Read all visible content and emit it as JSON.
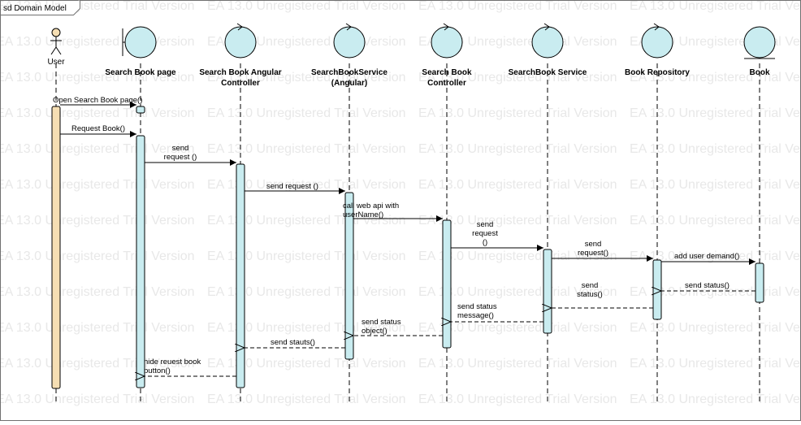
{
  "frame": {
    "title": "sd Domain Model"
  },
  "watermark": {
    "text": "EA 13.0 Unregistered Trial Version"
  },
  "participants": [
    {
      "id": "user",
      "kind": "actor",
      "name": [
        "User"
      ]
    },
    {
      "id": "search-book-page",
      "kind": "boundary",
      "name": [
        "Search Book page"
      ]
    },
    {
      "id": "search-book-angular-controller",
      "kind": "control",
      "name": [
        "Search Book Angular",
        "Controller"
      ]
    },
    {
      "id": "searchbookservice-angular",
      "kind": "control",
      "name": [
        "SearchBookService",
        "(Angular)"
      ]
    },
    {
      "id": "search-book-controller",
      "kind": "control",
      "name": [
        "Search Book",
        "Controller"
      ]
    },
    {
      "id": "searchbook-service",
      "kind": "control",
      "name": [
        "SearchBook Service"
      ]
    },
    {
      "id": "book-repository",
      "kind": "control",
      "name": [
        "Book Repository"
      ]
    },
    {
      "id": "book",
      "kind": "entity",
      "name": [
        "Book"
      ]
    }
  ],
  "messages": [
    {
      "id": "open-search-book-page",
      "from": "user",
      "to": "search-book-page",
      "kind": "sync",
      "label": [
        "Open Search Book page()"
      ]
    },
    {
      "id": "request-book",
      "from": "user",
      "to": "search-book-page",
      "kind": "sync",
      "label": [
        "Request Book()"
      ]
    },
    {
      "id": "send-request-1",
      "from": "search-book-page",
      "to": "search-book-angular-controller",
      "kind": "sync",
      "label": [
        "send",
        "request ()"
      ]
    },
    {
      "id": "send-request-2",
      "from": "search-book-angular-controller",
      "to": "searchbookservice-angular",
      "kind": "sync",
      "label": [
        "send request ()"
      ]
    },
    {
      "id": "call-web-api",
      "from": "searchbookservice-angular",
      "to": "search-book-controller",
      "kind": "sync",
      "label": [
        "call web api with",
        "userName()"
      ]
    },
    {
      "id": "send-request-3",
      "from": "search-book-controller",
      "to": "searchbook-service",
      "kind": "sync",
      "label": [
        "send",
        "request",
        "()"
      ]
    },
    {
      "id": "send-request-4",
      "from": "searchbook-service",
      "to": "book-repository",
      "kind": "sync",
      "label": [
        "send",
        "request()"
      ]
    },
    {
      "id": "add-user-demand",
      "from": "book-repository",
      "to": "book",
      "kind": "sync",
      "label": [
        "add user demand()"
      ]
    },
    {
      "id": "send-status-1",
      "from": "book",
      "to": "book-repository",
      "kind": "return",
      "label": [
        "send status()"
      ]
    },
    {
      "id": "send-status-2",
      "from": "book-repository",
      "to": "searchbook-service",
      "kind": "return",
      "label": [
        "send",
        "status()"
      ]
    },
    {
      "id": "send-status-message",
      "from": "searchbook-service",
      "to": "search-book-controller",
      "kind": "return",
      "label": [
        "send status",
        "message()"
      ]
    },
    {
      "id": "send-status-object",
      "from": "search-book-controller",
      "to": "searchbookservice-angular",
      "kind": "return",
      "label": [
        "send status",
        "object()"
      ]
    },
    {
      "id": "send-stauts",
      "from": "searchbookservice-angular",
      "to": "search-book-angular-controller",
      "kind": "return",
      "label": [
        "send stauts()"
      ]
    },
    {
      "id": "hide-request-book-button",
      "from": "search-book-angular-controller",
      "to": "search-book-page",
      "kind": "return",
      "label": [
        "hide reuest book",
        "button()"
      ]
    }
  ],
  "colors": {
    "background": "#ffffff",
    "frame": "#707070",
    "participant_fill": "#c9ecf0",
    "participant_stroke": "#000000",
    "actor_fill": "#f5deb3",
    "activation_fill": "#c9ecf0",
    "user_activation_fill": "#f5deb3",
    "lifeline": "#000000",
    "watermark": "#e8e8e8"
  }
}
